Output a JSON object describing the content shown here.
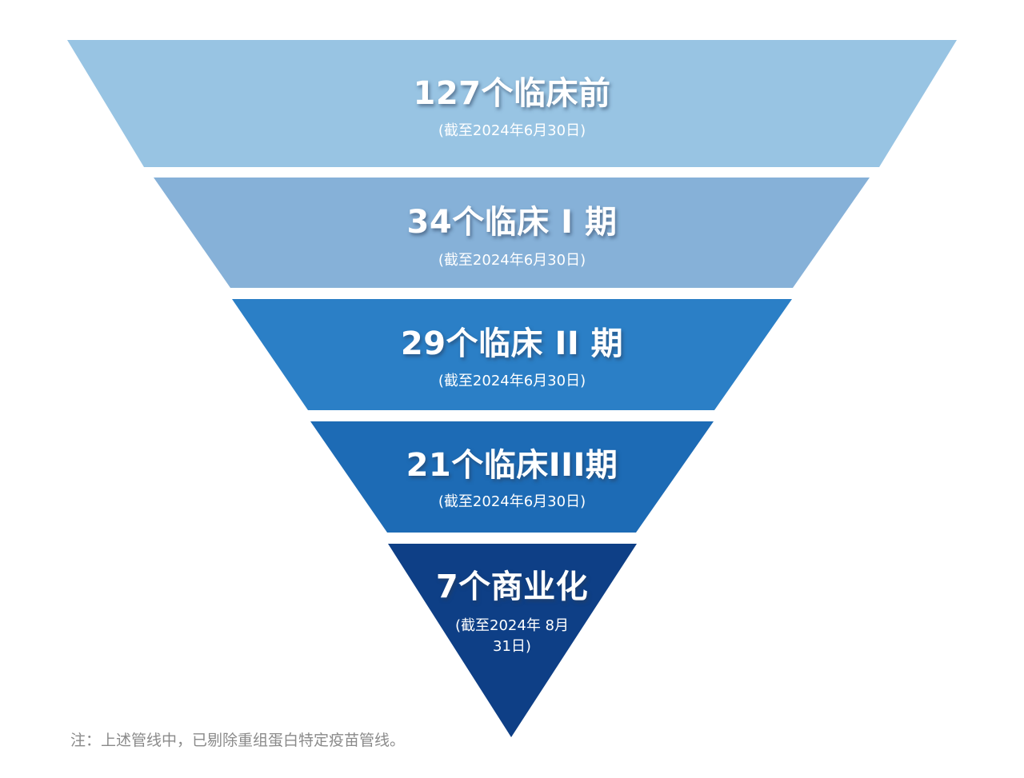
{
  "funnel": {
    "stages": [
      {
        "title": "127个临床前",
        "note": "(截至2024年6月30日)",
        "color": "#98c4e3"
      },
      {
        "title": "34个临床 I 期",
        "note": "(截至2024年6月30日)",
        "color": "#86b1d8"
      },
      {
        "title": "29个临床 II 期",
        "note": "(截至2024年6月30日)",
        "color": "#2b7fc6"
      },
      {
        "title": "21个临床III期",
        "note": "(截至2024年6月30日)",
        "color": "#1d6bb5"
      },
      {
        "title": "7个商业化",
        "note": "(截至2024年 8月31日)",
        "color": "#0e3f86"
      }
    ]
  },
  "footnote": "注：上述管线中，已剔除重组蛋白特定疫苗管线。"
}
